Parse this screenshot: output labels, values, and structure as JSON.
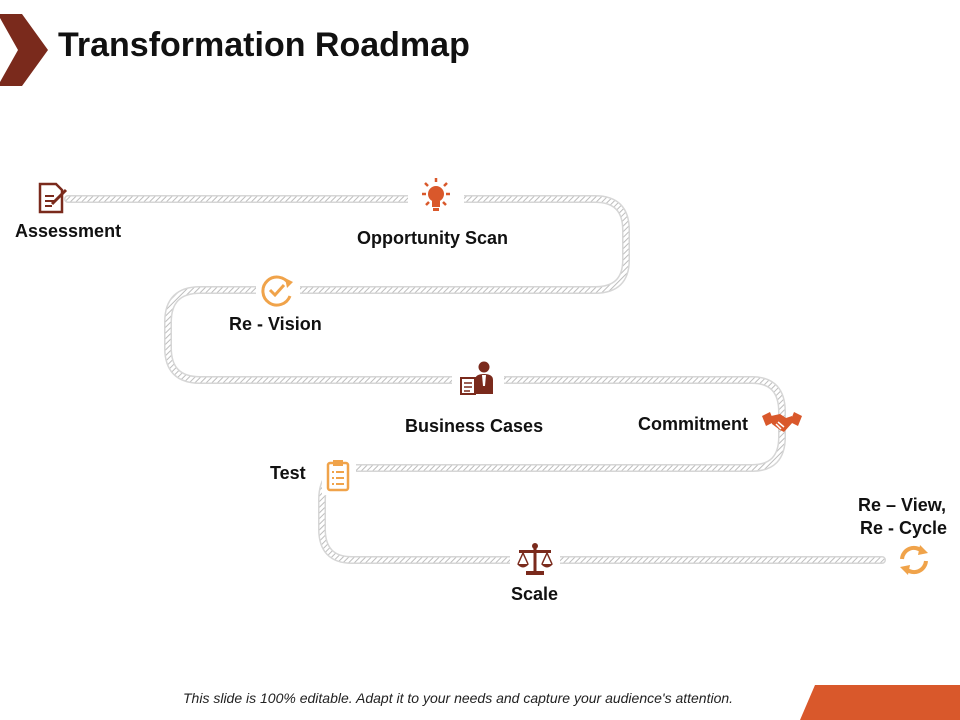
{
  "title": "Transformation Roadmap",
  "colors": {
    "dark_brown": "#7a2a1c",
    "accent_orange": "#d9582b",
    "light_orange": "#f0a34a",
    "path_gray": "#c9c9c9"
  },
  "steps": [
    {
      "label": "Assessment",
      "icon": "document-pen-icon"
    },
    {
      "label": "Opportunity Scan",
      "icon": "lightbulb-icon"
    },
    {
      "label": "Re - Vision",
      "icon": "refresh-check-icon"
    },
    {
      "label": "Business Cases",
      "icon": "businessman-document-icon"
    },
    {
      "label": "Commitment",
      "icon": "handshake-icon"
    },
    {
      "label": "Test",
      "icon": "clipboard-checklist-icon"
    },
    {
      "label": "Scale",
      "icon": "balance-scale-icon"
    },
    {
      "label_line1": "Re – View,",
      "label_line2": "Re - Cycle",
      "icon": "recycle-arrows-icon"
    }
  ],
  "footer": "This slide is 100% editable.  Adapt it to your needs and capture your audience's attention."
}
